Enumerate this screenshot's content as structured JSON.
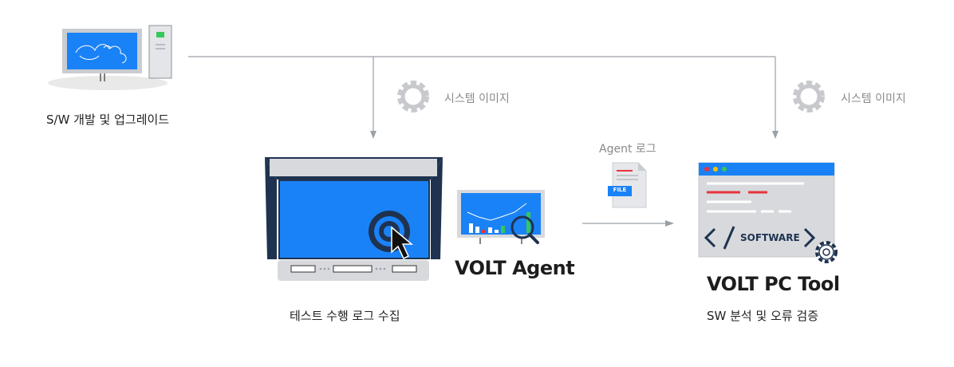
{
  "nodes": {
    "dev_pc": {
      "caption": "S/W 개발 및 업그레이드"
    },
    "test_device": {
      "caption": "테스트 수행 로그 수집"
    },
    "agent": {
      "title": "VOLT Agent"
    },
    "pc_tool": {
      "title": "VOLT PC Tool",
      "caption": "SW 분석 및 오류 검증",
      "screen_text": "SOFTWARE"
    }
  },
  "edges": {
    "system_image_1": {
      "label": "시스템 이미지"
    },
    "system_image_2": {
      "label": "시스템 이미지"
    },
    "agent_log": {
      "label": "Agent 로그",
      "file_tag": "FILE"
    }
  },
  "colors": {
    "accent_blue": "#1a82f7",
    "dark_navy": "#1f3350",
    "line_gray": "#9aa0a6",
    "light_gray": "#d7d9dd",
    "red": "#e8323c",
    "green": "#35c75a",
    "yellow": "#f5c400"
  },
  "icons": [
    "gear-icon",
    "target-icon",
    "cursor-icon",
    "magnifier-icon",
    "file-icon",
    "code-brackets-icon"
  ]
}
